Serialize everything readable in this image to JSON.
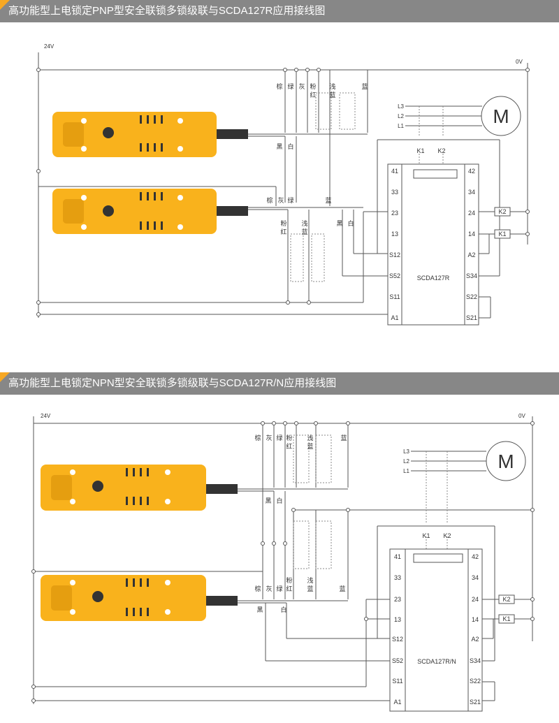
{
  "sections": [
    {
      "title": "高功能型上电锁定PNP型安全联锁多锁级联与SCDA127R应用接线图",
      "voltage_left": "24V",
      "voltage_right": "0V",
      "motor": "M",
      "phases": [
        "L3",
        "L2",
        "L1"
      ],
      "contactors": [
        "K1",
        "K2"
      ],
      "device_name": "SCDA127R",
      "left_terminals": [
        "41",
        "33",
        "23",
        "13",
        "S12",
        "S52",
        "S11",
        "A1"
      ],
      "right_terminals": [
        "42",
        "34",
        "24",
        "14",
        "A2",
        "S34",
        "S22",
        "S21"
      ],
      "wires_top": [
        "棕",
        "绿",
        "灰",
        "粉",
        "红",
        "浅",
        "蓝",
        "蓝"
      ],
      "wires_top_bottom": [
        "黑",
        "白"
      ],
      "wires_bottom": [
        "棕",
        "灰",
        "绿",
        "蓝"
      ],
      "wires_bottom_lower": [
        "粉",
        "红",
        "浅",
        "蓝",
        "黑",
        "白"
      ]
    },
    {
      "title": "高功能型上电锁定NPN型安全联锁多锁级联与SCDA127R/N应用接线图",
      "voltage_left": "24V",
      "voltage_right": "0V",
      "motor": "M",
      "phases": [
        "L3",
        "L2",
        "L1"
      ],
      "contactors": [
        "K1",
        "K2"
      ],
      "device_name": "SCDA127R/N",
      "left_terminals": [
        "41",
        "33",
        "23",
        "13",
        "S12",
        "S52",
        "S11",
        "A1"
      ],
      "right_terminals": [
        "42",
        "34",
        "24",
        "14",
        "A2",
        "S34",
        "S22",
        "S21"
      ],
      "wires_top": [
        "棕",
        "灰",
        "绿",
        "粉",
        "红",
        "浅",
        "蓝",
        "蓝"
      ],
      "wires_top_bottom": [
        "黑",
        "白"
      ],
      "wires_bottom": [
        "棕",
        "灰",
        "绿",
        "粉",
        "红",
        "浅",
        "蓝",
        "蓝"
      ],
      "wires_bottom_lower": [
        "黑",
        "白"
      ]
    }
  ],
  "colors": {
    "banner": "#878787",
    "accent": "#f7a823",
    "sensor_body": "#f9b21c",
    "sensor_dark": "#e59e10",
    "wire": "#555555",
    "dashed": "#888888"
  }
}
